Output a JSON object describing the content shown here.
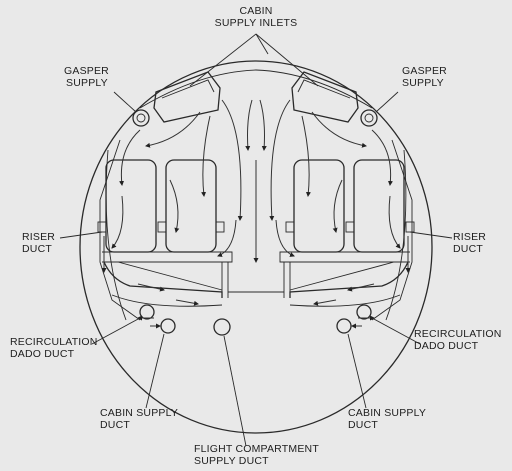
{
  "labels": {
    "cabin_supply_inlets": [
      "CABIN",
      "SUPPLY INLETS"
    ],
    "gasper_supply_left": [
      "GASPER",
      "SUPPLY"
    ],
    "gasper_supply_right": [
      "GASPER",
      "SUPPLY"
    ],
    "riser_duct_left": [
      "RISER",
      "DUCT"
    ],
    "riser_duct_right": [
      "RISER",
      "DUCT"
    ],
    "recirc_dado_left": [
      "RECIRCULATION",
      "DADO DUCT"
    ],
    "recirc_dado_right": [
      "RECIRCULATION",
      "DADO DUCT"
    ],
    "cabin_supply_duct_left": [
      "CABIN SUPPLY",
      "DUCT"
    ],
    "cabin_supply_duct_right": [
      "CABIN SUPPLY",
      "DUCT"
    ],
    "flight_compartment": [
      "FLIGHT COMPARTMENT",
      "SUPPLY DUCT"
    ]
  },
  "colors": {
    "background": "#e9e9e9",
    "line": "#2a2a2a"
  }
}
